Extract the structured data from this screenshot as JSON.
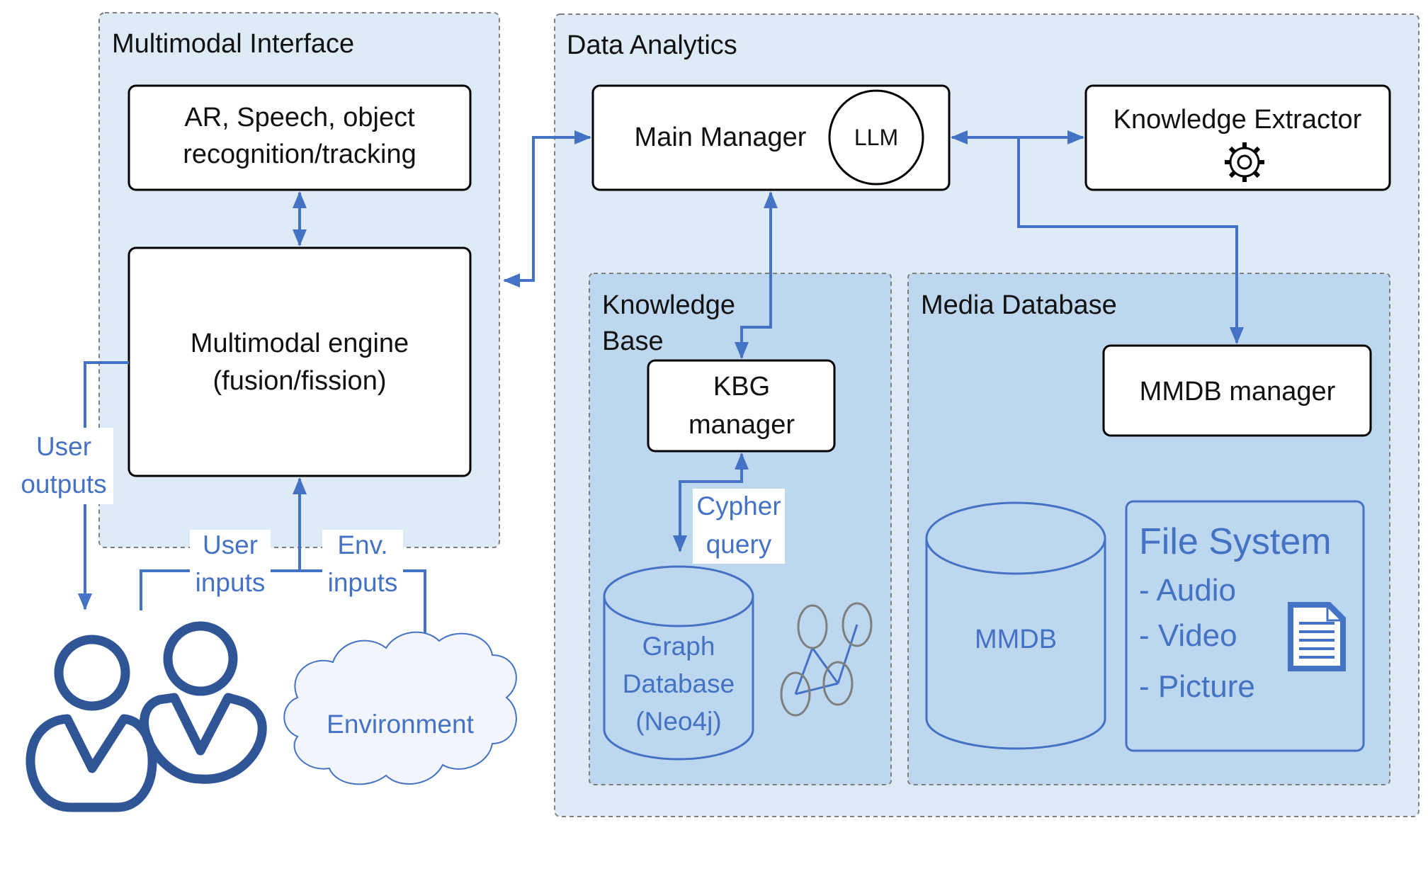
{
  "colors": {
    "line_blue": "#4472C4",
    "text_blue": "#4472C4",
    "panel_fill": "#DEEAF6",
    "inner_panel_fill": "#BDD7EE",
    "cloud_fill": "#F2F5FB",
    "box_stroke": "#000000"
  },
  "multimodal_interface": {
    "title": "Multimodal Interface",
    "ar_box": {
      "line1": "AR, Speech, object",
      "line2": "recognition/tracking"
    },
    "engine_box": {
      "line1": "Multimodal engine",
      "line2": "(fusion/fission)"
    }
  },
  "data_analytics": {
    "title": "Data Analytics",
    "main_manager": {
      "label": "Main Manager",
      "llm": "LLM"
    },
    "knowledge_extractor": {
      "label": "Knowledge Extractor",
      "icon": "gear-icon"
    },
    "knowledge_base": {
      "title_line1": "Knowledge",
      "title_line2": "Base",
      "kbg_manager": {
        "line1": "KBG",
        "line2": "manager"
      },
      "cypher_query": {
        "line1": "Cypher",
        "line2": "query"
      },
      "graph_database": {
        "line1": "Graph",
        "line2": "Database",
        "line3": "(Neo4j)"
      },
      "graph_icon": "graph-network-icon"
    },
    "media_database": {
      "title": "Media Database",
      "mmdb_manager": "MMDB manager",
      "mmdb": "MMDB",
      "file_system": {
        "title": "File System",
        "items": [
          "- Audio",
          "- Video",
          "- Picture"
        ],
        "icon": "document-icon"
      }
    }
  },
  "flows": {
    "user_outputs": {
      "line1": "User",
      "line2": "outputs"
    },
    "user_inputs": {
      "line1": "User",
      "line2": "inputs"
    },
    "env_inputs": {
      "line1": "Env.",
      "line2": "inputs"
    }
  },
  "actors": {
    "users_icon": "users-icon",
    "environment": "Environment"
  }
}
